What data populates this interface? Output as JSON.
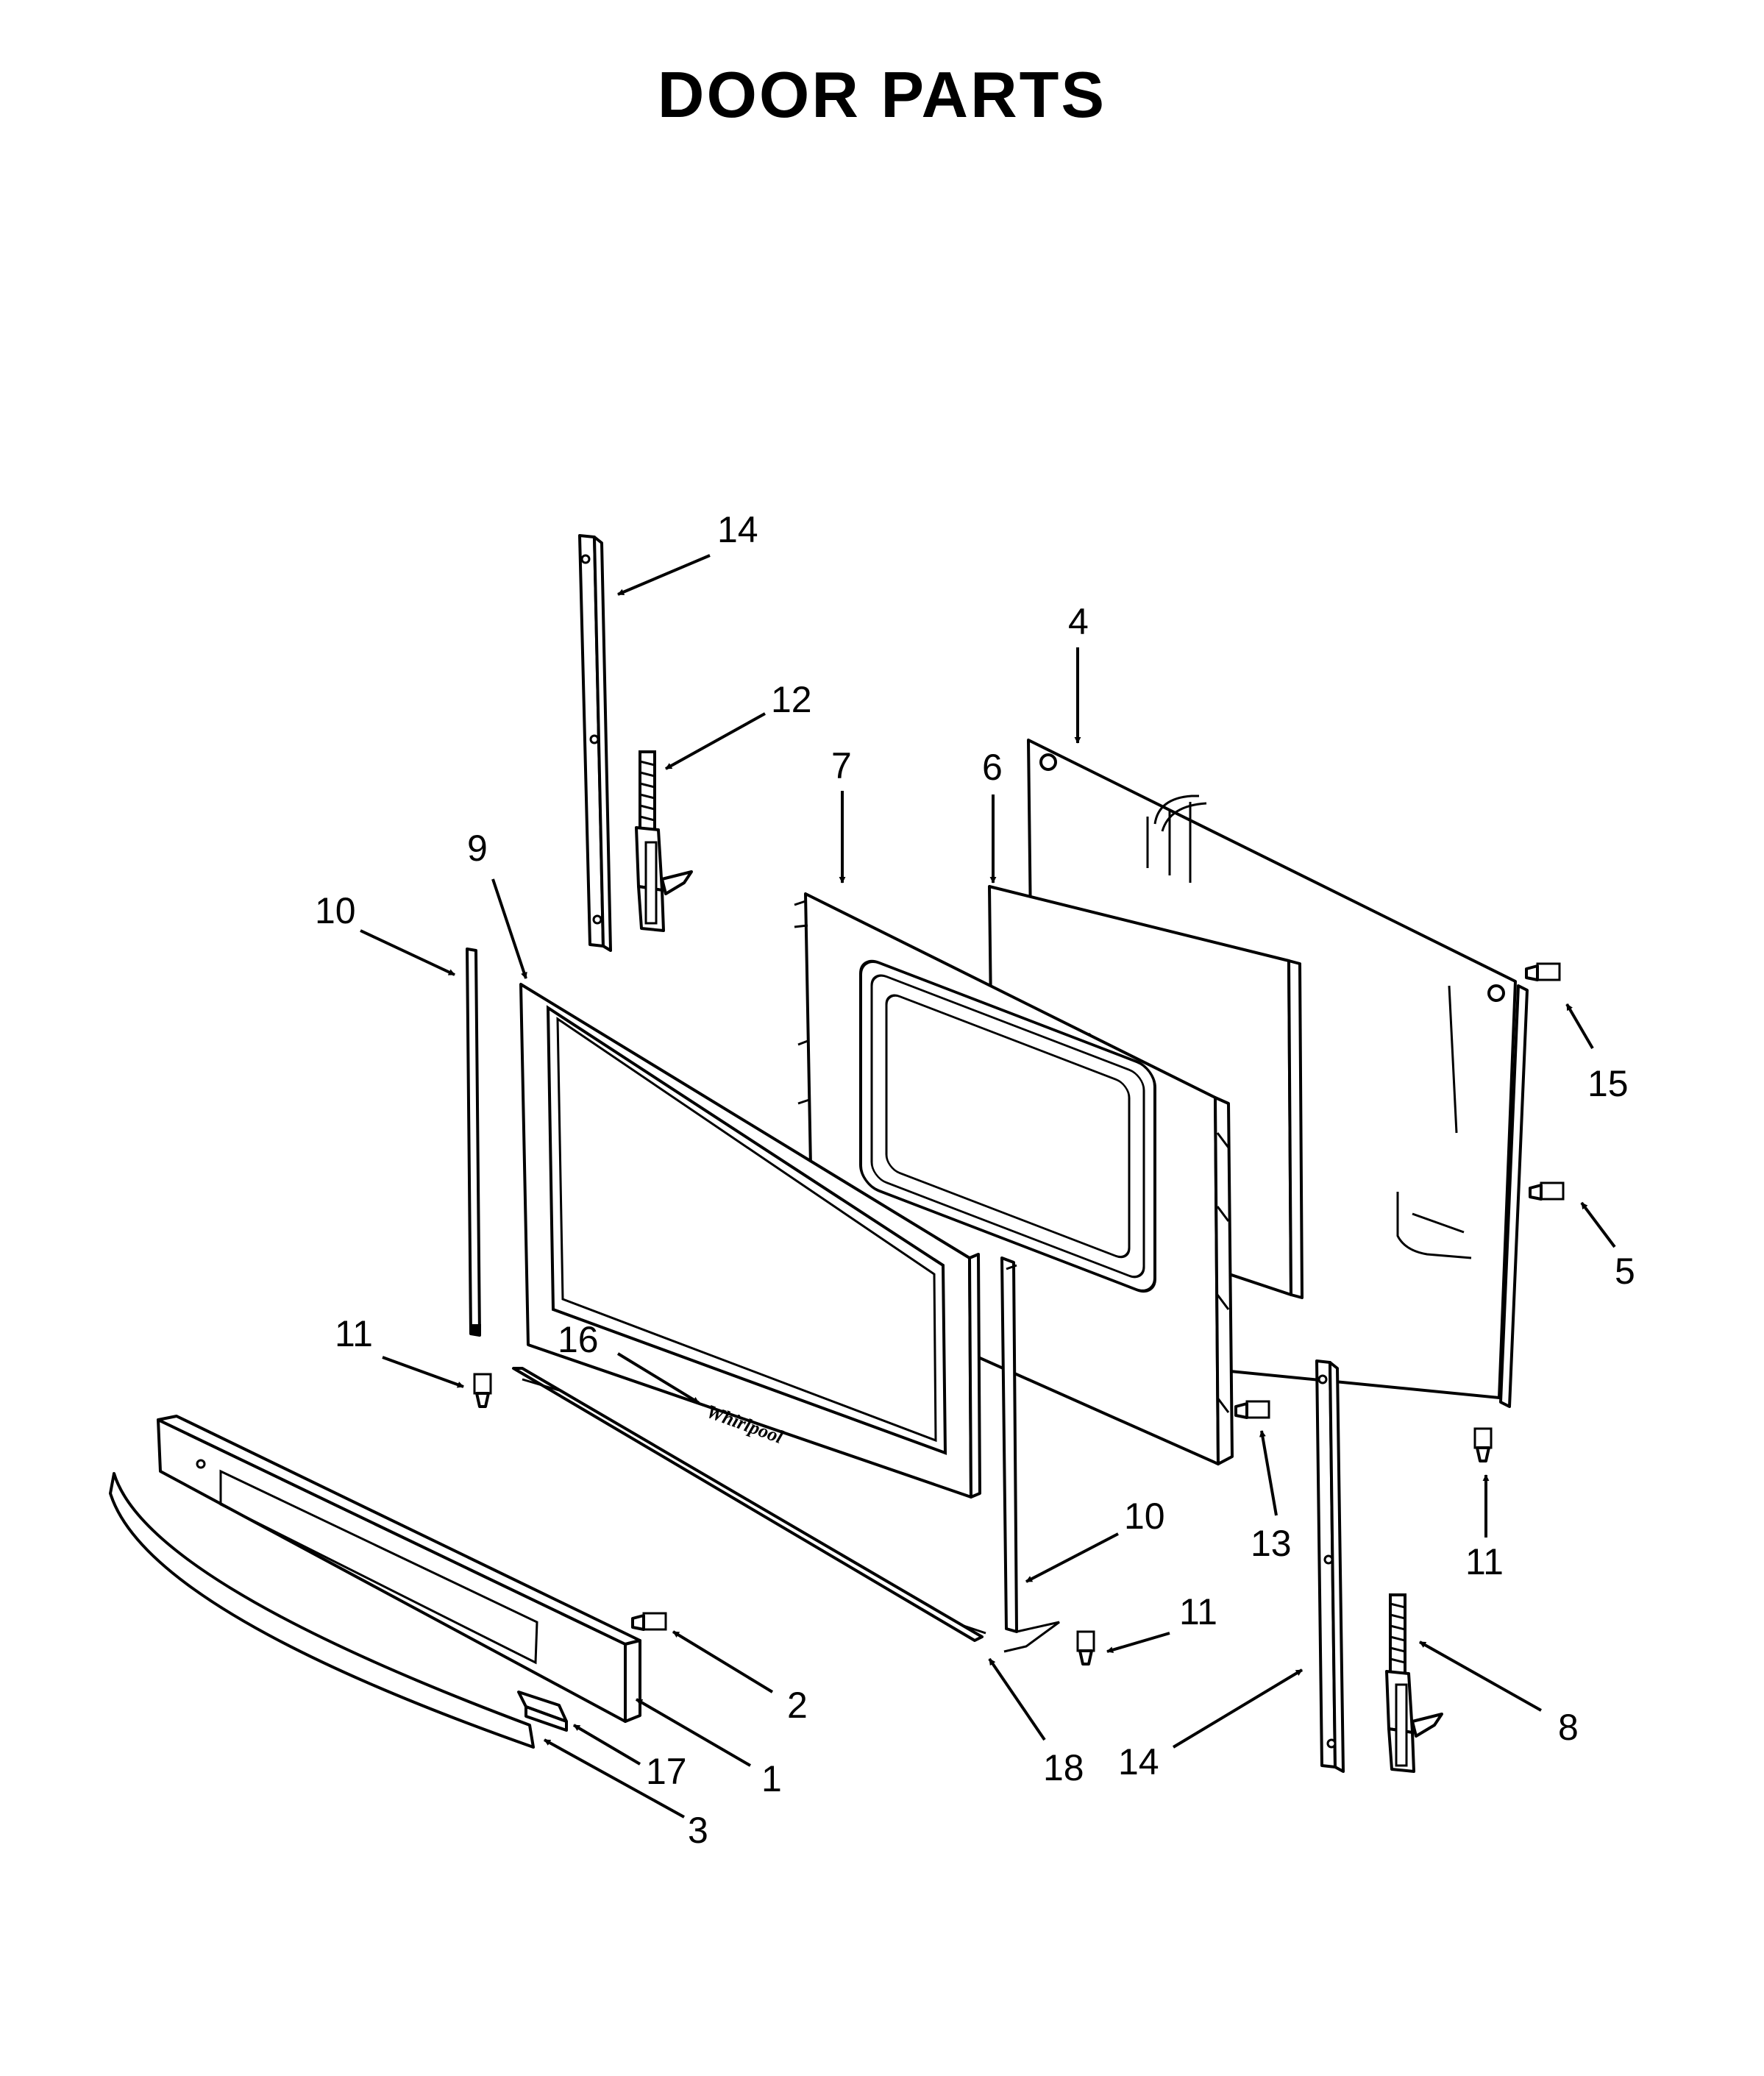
{
  "title": "DOOR PARTS",
  "brand_logo_text": "Whirlpool",
  "callouts": [
    {
      "id": "c14a",
      "text": "14"
    },
    {
      "id": "c12",
      "text": "12"
    },
    {
      "id": "c4",
      "text": "4"
    },
    {
      "id": "c7",
      "text": "7"
    },
    {
      "id": "c6",
      "text": "6"
    },
    {
      "id": "c9",
      "text": "9"
    },
    {
      "id": "c10a",
      "text": "10"
    },
    {
      "id": "c15",
      "text": "15"
    },
    {
      "id": "c5",
      "text": "5"
    },
    {
      "id": "c11a",
      "text": "11"
    },
    {
      "id": "c16",
      "text": "16"
    },
    {
      "id": "c13",
      "text": "13"
    },
    {
      "id": "c11b",
      "text": "11"
    },
    {
      "id": "c10b",
      "text": "10"
    },
    {
      "id": "c11c",
      "text": "11"
    },
    {
      "id": "c2",
      "text": "2"
    },
    {
      "id": "c17",
      "text": "17"
    },
    {
      "id": "c1",
      "text": "1"
    },
    {
      "id": "c3",
      "text": "3"
    },
    {
      "id": "c18",
      "text": "18"
    },
    {
      "id": "c14b",
      "text": "14"
    },
    {
      "id": "c8",
      "text": "8"
    }
  ]
}
